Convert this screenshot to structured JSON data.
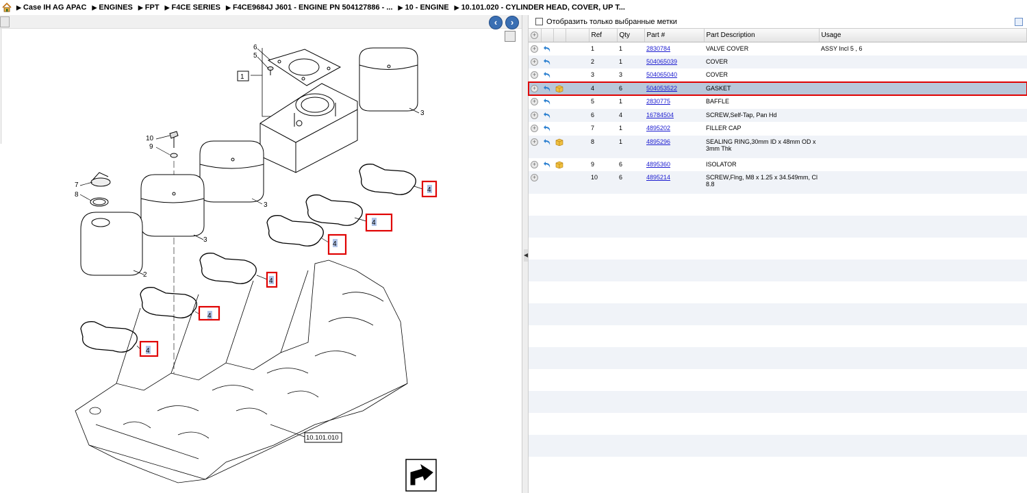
{
  "breadcrumb": {
    "items": [
      "Case IH AG APAC",
      "ENGINES",
      "FPT",
      "F4CE SERIES",
      "F4CE9684J J601 - ENGINE PN 504127886 - ...",
      "10 - ENGINE",
      "10.101.020 - CYLINDER HEAD, COVER, UP T..."
    ]
  },
  "filter": {
    "label": "Отобразить только выбранные метки"
  },
  "table": {
    "headers": {
      "ref": "Ref",
      "qty": "Qty",
      "part": "Part #",
      "desc": "Part Description",
      "usage": "Usage"
    },
    "rows": [
      {
        "ref": "1",
        "qty": "1",
        "part": "2830784",
        "desc": "VALVE COVER",
        "usage": "ASSY Incl 5 , 6",
        "back": true,
        "box": false
      },
      {
        "ref": "2",
        "qty": "1",
        "part": "504065039",
        "desc": "COVER",
        "usage": "",
        "back": true,
        "box": false
      },
      {
        "ref": "3",
        "qty": "3",
        "part": "504065040",
        "desc": "COVER",
        "usage": "",
        "back": true,
        "box": false
      },
      {
        "ref": "4",
        "qty": "6",
        "part": "504053522",
        "desc": "GASKET",
        "usage": "",
        "back": true,
        "box": true
      },
      {
        "ref": "5",
        "qty": "1",
        "part": "2830775",
        "desc": "BAFFLE",
        "usage": "",
        "back": true,
        "box": false
      },
      {
        "ref": "6",
        "qty": "4",
        "part": "16784504",
        "desc": "SCREW,Self-Tap, Pan Hd",
        "usage": "",
        "back": true,
        "box": false
      },
      {
        "ref": "7",
        "qty": "1",
        "part": "4895202",
        "desc": "FILLER CAP",
        "usage": "",
        "back": true,
        "box": false
      },
      {
        "ref": "8",
        "qty": "1",
        "part": "4895296",
        "desc": "SEALING RING,30mm ID x 48mm OD x 3mm Thk",
        "usage": "",
        "back": true,
        "box": true
      },
      {
        "ref": "9",
        "qty": "6",
        "part": "4895360",
        "desc": "ISOLATOR",
        "usage": "",
        "back": true,
        "box": true
      },
      {
        "ref": "10",
        "qty": "6",
        "part": "4895214",
        "desc": "SCREW,Flng, M8 x 1.25 x 34.549mm, Cl 8.8",
        "usage": "",
        "back": false,
        "box": false
      }
    ],
    "selected_ref": "4"
  },
  "diagram": {
    "callouts": {
      "c6": "6",
      "c5": "5",
      "c1": "1",
      "c10": "10",
      "c9": "9",
      "c7": "7",
      "c8": "8",
      "c3a": "3",
      "c3b": "3",
      "c3c": "3",
      "c2": "2",
      "ref_box": "10.101.010"
    },
    "gasket_labels": [
      "4",
      "4",
      "4",
      "4",
      "4",
      "4"
    ]
  },
  "colors": {
    "highlight": "#e00000",
    "selected_row": "#b8c8da",
    "link": "#1a1ad0",
    "nav": "#3a6fb3"
  }
}
